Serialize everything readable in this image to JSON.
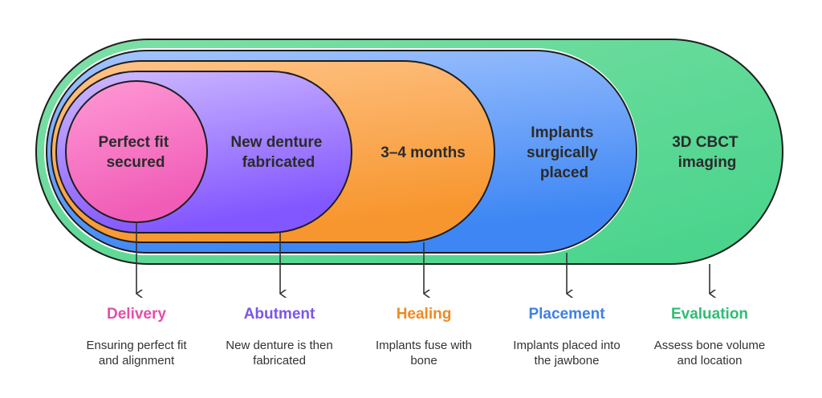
{
  "stages": [
    {
      "key": "evaluation",
      "title": "Evaluation",
      "color": "#2dbd73",
      "capsule_label": [
        "3D CBCT",
        "imaging"
      ],
      "description": [
        "Assess bone volume",
        "and location"
      ]
    },
    {
      "key": "placement",
      "title": "Placement",
      "color": "#3f7fe4",
      "capsule_label": [
        "Implants",
        "surgically",
        "placed"
      ],
      "description": [
        "Implants placed into",
        "the jawbone"
      ]
    },
    {
      "key": "healing",
      "title": "Healing",
      "color": "#ef8a22",
      "capsule_label": [
        "3–4 months"
      ],
      "description": [
        "Implants fuse with",
        "bone"
      ]
    },
    {
      "key": "abutment",
      "title": "Abutment",
      "color": "#7a56ea",
      "capsule_label": [
        "New denture",
        "fabricated"
      ],
      "description": [
        "New denture is then",
        "fabricated"
      ]
    },
    {
      "key": "delivery",
      "title": "Delivery",
      "color": "#e34fa9",
      "capsule_label": [
        "Perfect fit",
        "secured"
      ],
      "description": [
        "Ensuring perfect fit",
        "and alignment"
      ]
    }
  ]
}
